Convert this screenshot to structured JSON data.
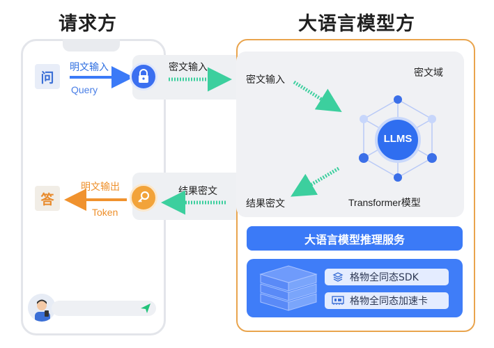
{
  "titles": {
    "requester": "请求方",
    "provider": "大语言模型方"
  },
  "requester": {
    "question_char": "问",
    "answer_char": "答",
    "plaintext_input": "明文输入",
    "query": "Query",
    "plaintext_output": "明文输出",
    "token": "Token"
  },
  "channel": {
    "cipher_input": "密文输入",
    "cipher_result": "结果密文"
  },
  "provider": {
    "cipher_domain": "密文域",
    "cipher_input": "密文输入",
    "cipher_result": "结果密文",
    "llm_label": "LLMS",
    "transformer": "Transformer模型",
    "service": "大语言模型推理服务",
    "sdk": "格物全同态SDK",
    "accel_card": "格物全同态加速卡"
  },
  "colors": {
    "blue": "#3b7af7",
    "orange": "#f0922e",
    "teal": "#3ccf9e",
    "provider_border": "#e9a44d"
  }
}
